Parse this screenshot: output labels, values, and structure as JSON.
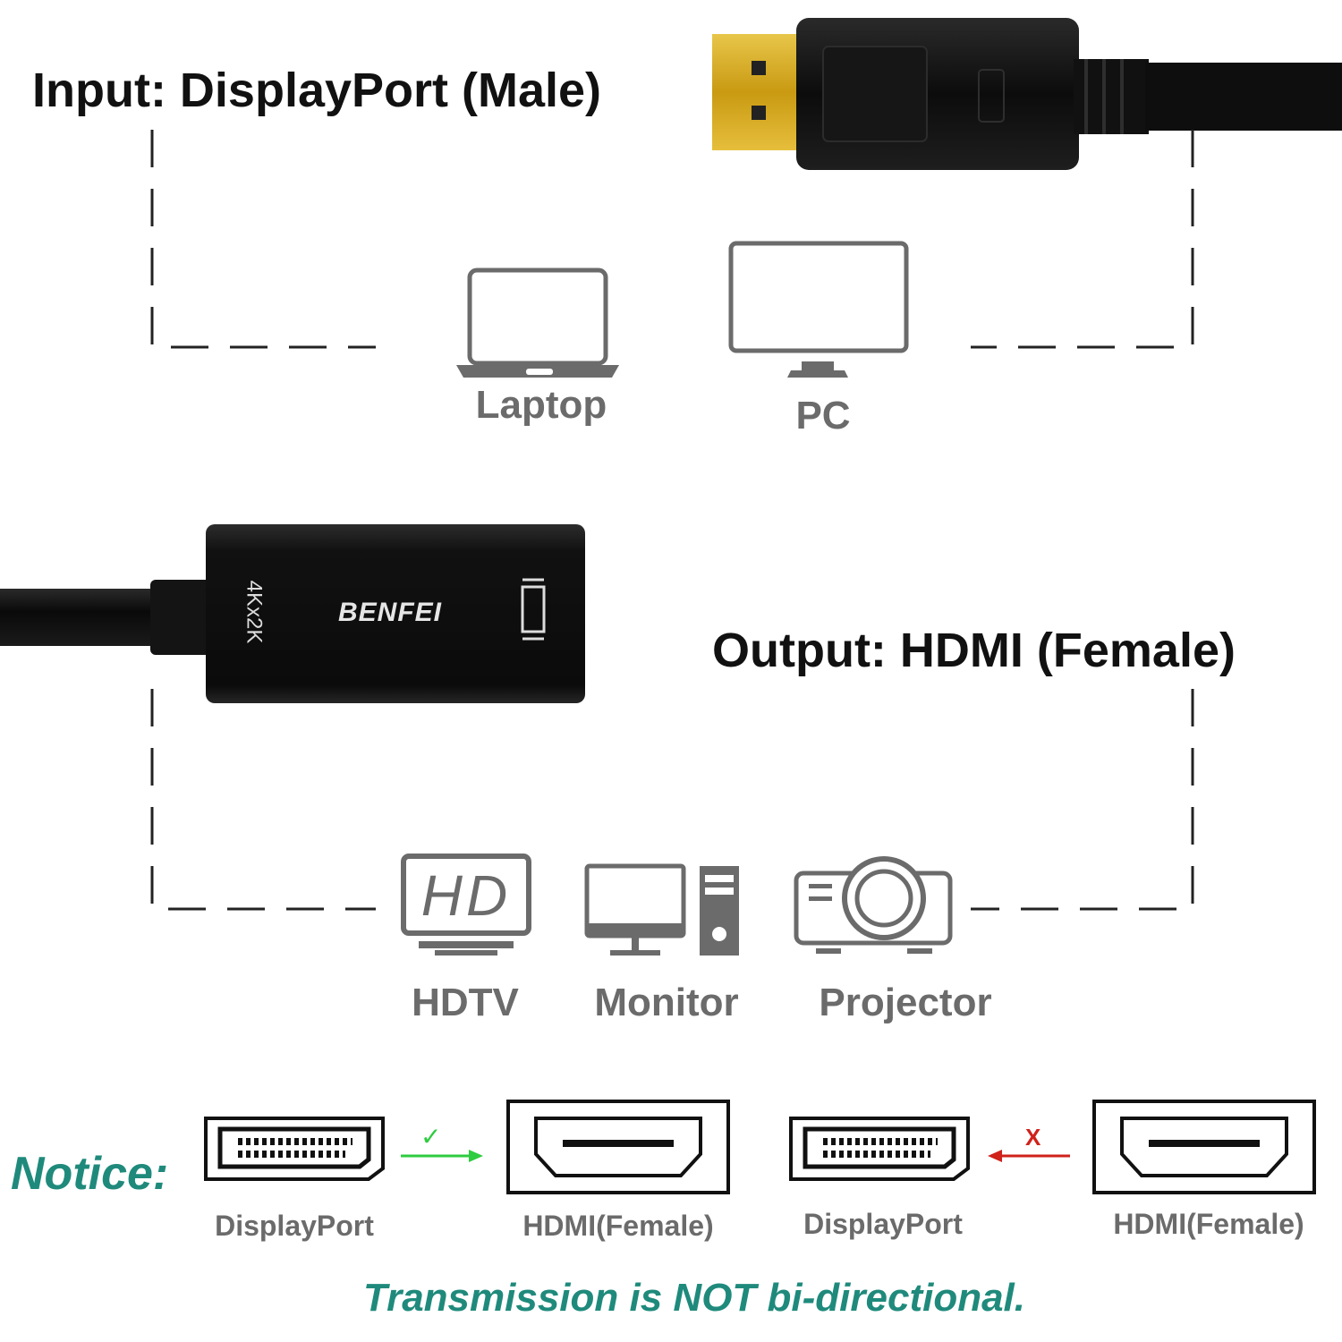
{
  "input": {
    "heading": "Input: DisplayPort (Male)"
  },
  "input_devices": [
    {
      "label": "Laptop",
      "icon": "laptop-icon"
    },
    {
      "label": "PC",
      "icon": "pc-monitor-icon"
    }
  ],
  "adapter": {
    "brand": "BENFEI",
    "resolution": "4Kx2K"
  },
  "output": {
    "heading": "Output: HDMI (Female)"
  },
  "output_devices": [
    {
      "label": "HDTV",
      "icon": "hdtv-icon",
      "icon_text": "HD"
    },
    {
      "label": "Monitor",
      "icon": "desktop-computer-icon"
    },
    {
      "label": "Projector",
      "icon": "projector-icon"
    }
  ],
  "notice": {
    "label": "Notice:",
    "ports": [
      "DisplayPort",
      "HDMI(Female)",
      "DisplayPort",
      "HDMI(Female)"
    ],
    "ok_mark": "✓",
    "bad_mark": "X",
    "footer": "Transmission is NOT bi-directional."
  },
  "colors": {
    "heading": "#111111",
    "device_label": "#6b6b6b",
    "notice": "#1f8a7c",
    "ok_arrow": "#2ecc40",
    "bad_arrow": "#d0211b",
    "connector_gold": "#d9a91c"
  }
}
